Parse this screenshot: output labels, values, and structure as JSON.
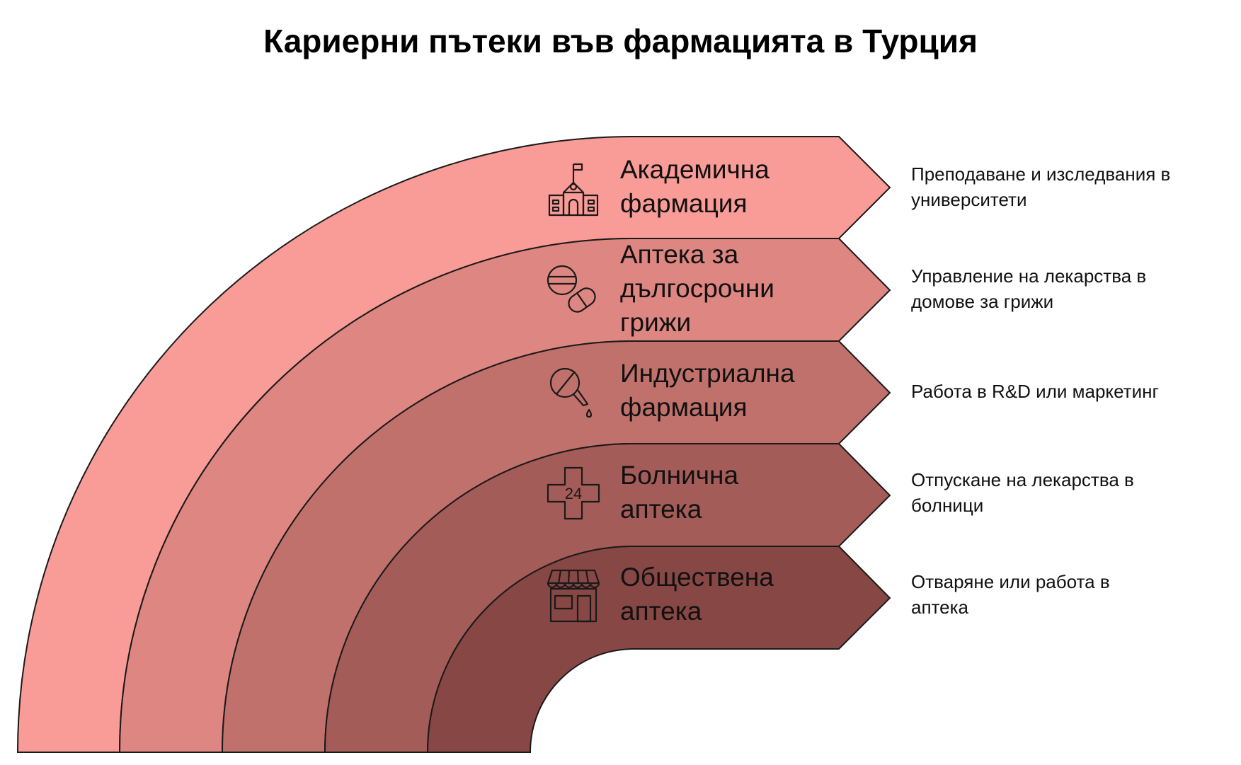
{
  "title": "Кариерни пътеки във фармацията в Турция",
  "colors": {
    "band_academic": "#F99B97",
    "band_longterm": "#DE8681",
    "band_industrial": "#C1716C",
    "band_hospital": "#A45C58",
    "band_community": "#874744",
    "outline": "#1a1a1a"
  },
  "paths": [
    {
      "label": "Академична\nфармация",
      "description": "Преподаване и изследвания в\nуниверситети",
      "icon": "university-building-icon"
    },
    {
      "label": "Аптека за\nдългосрочни\nгрижи",
      "description": "Управление на лекарства в\nдомове за грижи",
      "icon": "pills-icon"
    },
    {
      "label": "Индустриална\nфармация",
      "description": "Работа в R&D или маркетинг",
      "icon": "dropper-icon"
    },
    {
      "label": "Болнична\nаптека",
      "description": "Отпускане на лекарства в\nболници",
      "icon": "medical-cross-24-icon"
    },
    {
      "label": "Обществена\nаптека",
      "description": "Отваряне или работа в\nаптека",
      "icon": "storefront-icon"
    }
  ],
  "icon_text": {
    "cross_24": "24"
  }
}
